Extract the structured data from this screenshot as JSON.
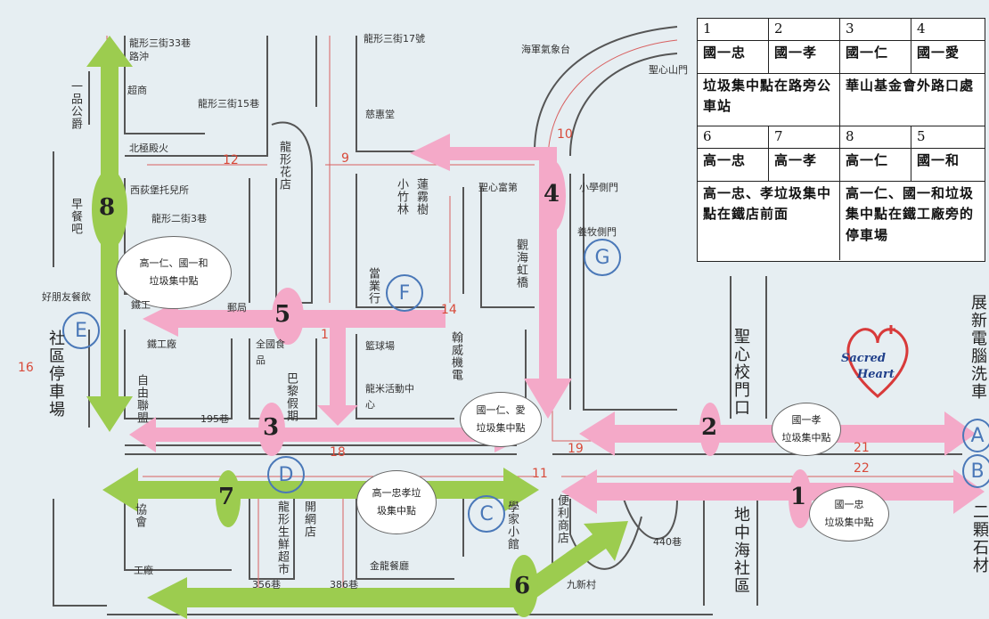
{
  "legend": {
    "row1_numbers": [
      "1",
      "2",
      "3",
      "4"
    ],
    "row1_classes": [
      "國一忠",
      "國一孝",
      "國一仁",
      "國一愛"
    ],
    "row1_note_left": "垃圾集中點在路旁公車站",
    "row1_note_right": "華山基金會外路口處",
    "row2_numbers": [
      "6",
      "7",
      "8",
      "5"
    ],
    "row2_classes": [
      "高一忠",
      "高一孝",
      "高一仁",
      "國一和"
    ],
    "row2_note_left": "高一忠、孝垃圾集中點在鐵店前面",
    "row2_note_right": "高一仁、國一和垃圾集中點在鐵工廠旁的停車場"
  },
  "markers": [
    "1",
    "2",
    "3",
    "4",
    "5",
    "6",
    "7",
    "8"
  ],
  "bubbles": {
    "b1": [
      "國一忠",
      "垃圾集中點"
    ],
    "b2": [
      "國一孝",
      "垃圾集中點"
    ],
    "b3": [
      "國一仁、愛",
      "垃圾集中點"
    ],
    "b4": [
      "高一忠孝垃",
      "圾集中點"
    ],
    "b5": [
      "高一仁、國一和",
      "垃圾集中點"
    ]
  },
  "letters": [
    "A",
    "B",
    "C",
    "D",
    "E",
    "F",
    "G"
  ],
  "road_numbers": [
    "1",
    "9",
    "10",
    "11",
    "12",
    "14",
    "16",
    "18",
    "19",
    "21",
    "22"
  ],
  "places": {
    "lane33": "龍形三街33巷",
    "lane33b": "路沖",
    "lane17": "龍形三街17號",
    "lane15": "龍形三街15巷",
    "lane3": "龍形二街3巷",
    "weather": "海軍氣象台",
    "shengxin_top": "聖心山門",
    "chaoshang": "超商",
    "beijisheng": "北極殿火",
    "xiaoqi": "西荻堡托兒所",
    "cifu": "慈惠堂",
    "longxing_huadian": "龍形花店",
    "xiaozhu": "小竹林",
    "lianwu": "蓮霧樹",
    "shengxin_fudi": "聖心富第",
    "xuexiao_cemen": "小學側門",
    "yangmu": "養牧側門",
    "dangzhi": "當業行",
    "xiahai": "觀海虹橋",
    "lanqiu": "籃球場",
    "hanwei": "翰威機電",
    "longmi": "龍米活動中心",
    "tiegongchang": "鐵工廠",
    "tiegong2": "鐵工",
    "youju": "郵局",
    "quanguo": "全國食品",
    "bali": "巴黎假期",
    "ziyou": "自由聯盟",
    "lane195": "195巷",
    "yipin": "一品公爵",
    "zaocan": "早餐吧",
    "haopengyou": "好朋友餐飲",
    "shequ": "社區停車場",
    "shengxin_xiaomen": "聖心校門口",
    "zhanxin": "展新電腦洗車",
    "dizhonghai": "地中海社區",
    "longxing_shengxian": "龍形生鮮超市",
    "kaiwang": "開網店",
    "jinlong": "金龍餐廳",
    "xuejia": "學家小館",
    "bianli": "便利商店",
    "lane440": "440巷",
    "lane356": "356巷",
    "lane386": "386巷",
    "jiuxincun": "九新村",
    "gongchang": "工廠",
    "xiehui": "協會",
    "ermei": "二顆石材"
  },
  "logo": {
    "line1": "Sacred",
    "line2": "Heart"
  },
  "colors": {
    "pink": "#f4a9c8",
    "green": "#9ccc4f",
    "road": "#555555",
    "road_num": "#d84a3a"
  }
}
